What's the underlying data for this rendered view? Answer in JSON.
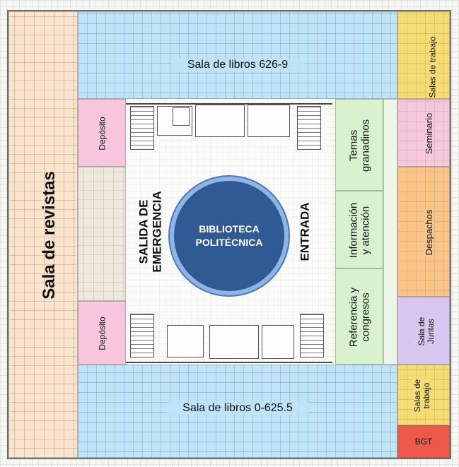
{
  "map": {
    "center": {
      "line1": "BIBLIOTECA",
      "line2": "POLITÉCNICA"
    },
    "zones": {
      "top_books": "Sala de libros 626-9",
      "bottom_books": "Sala de libros 0-625.5",
      "magazines": "Sala de revistas",
      "deposit_top": "Depósito",
      "deposit_bottom": "Depósito",
      "exit_line1": "SALIDA DE",
      "exit_line2": "EMERGENCIA",
      "entrance": "ENTRADA",
      "themes_line1": "Temas",
      "themes_line2": "granadinos",
      "info_line1": "Información",
      "info_line2": "y atención",
      "ref_line1": "Referencia y",
      "ref_line2": "congresos",
      "work_top": "Salas de trabajo",
      "seminar": "Seminario",
      "offices": "Despachos",
      "meeting_line1": "Sala de",
      "meeting_line2": "Juntas",
      "work_bottom_line1": "Salas de",
      "work_bottom_line2": "trabajo",
      "bgt": "BGT"
    },
    "colors": {
      "books": "#bfe3f7",
      "magazines": "#fbe3cc",
      "deposit": "#f6c6dc",
      "services": "#d8f2cf",
      "work": "#f6dc74",
      "seminar": "#f6c8dc",
      "offices": "#f8c488",
      "meeting": "#d8c8f0",
      "bgt": "#ee5a4a",
      "center_circle": "#2f5a93"
    }
  }
}
